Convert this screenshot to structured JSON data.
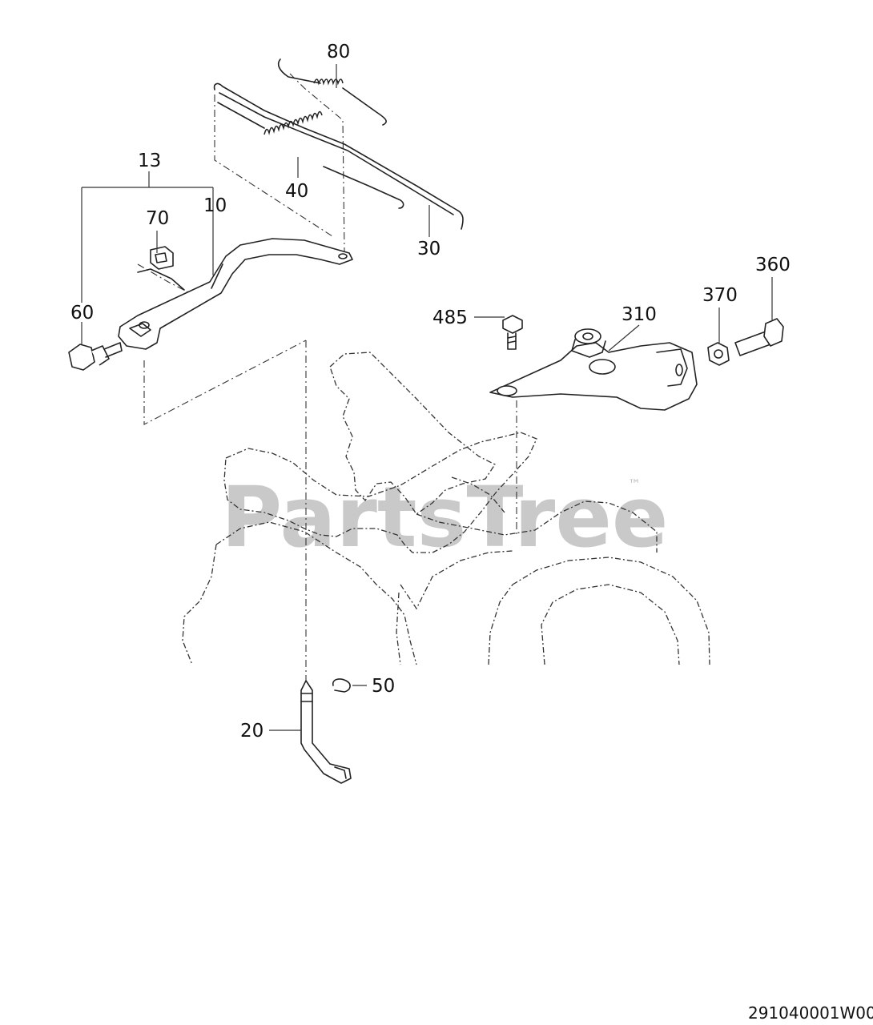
{
  "watermark": {
    "text": "PartsTree",
    "trademark": "™"
  },
  "diagram_code": "291040001W00",
  "callouts": {
    "c80": "80",
    "c40": "40",
    "c30": "30",
    "c13": "13",
    "c70": "70",
    "c10": "10",
    "c60": "60",
    "c485": "485",
    "c310": "310",
    "c370": "370",
    "c360": "360",
    "c50": "50",
    "c20": "20"
  }
}
